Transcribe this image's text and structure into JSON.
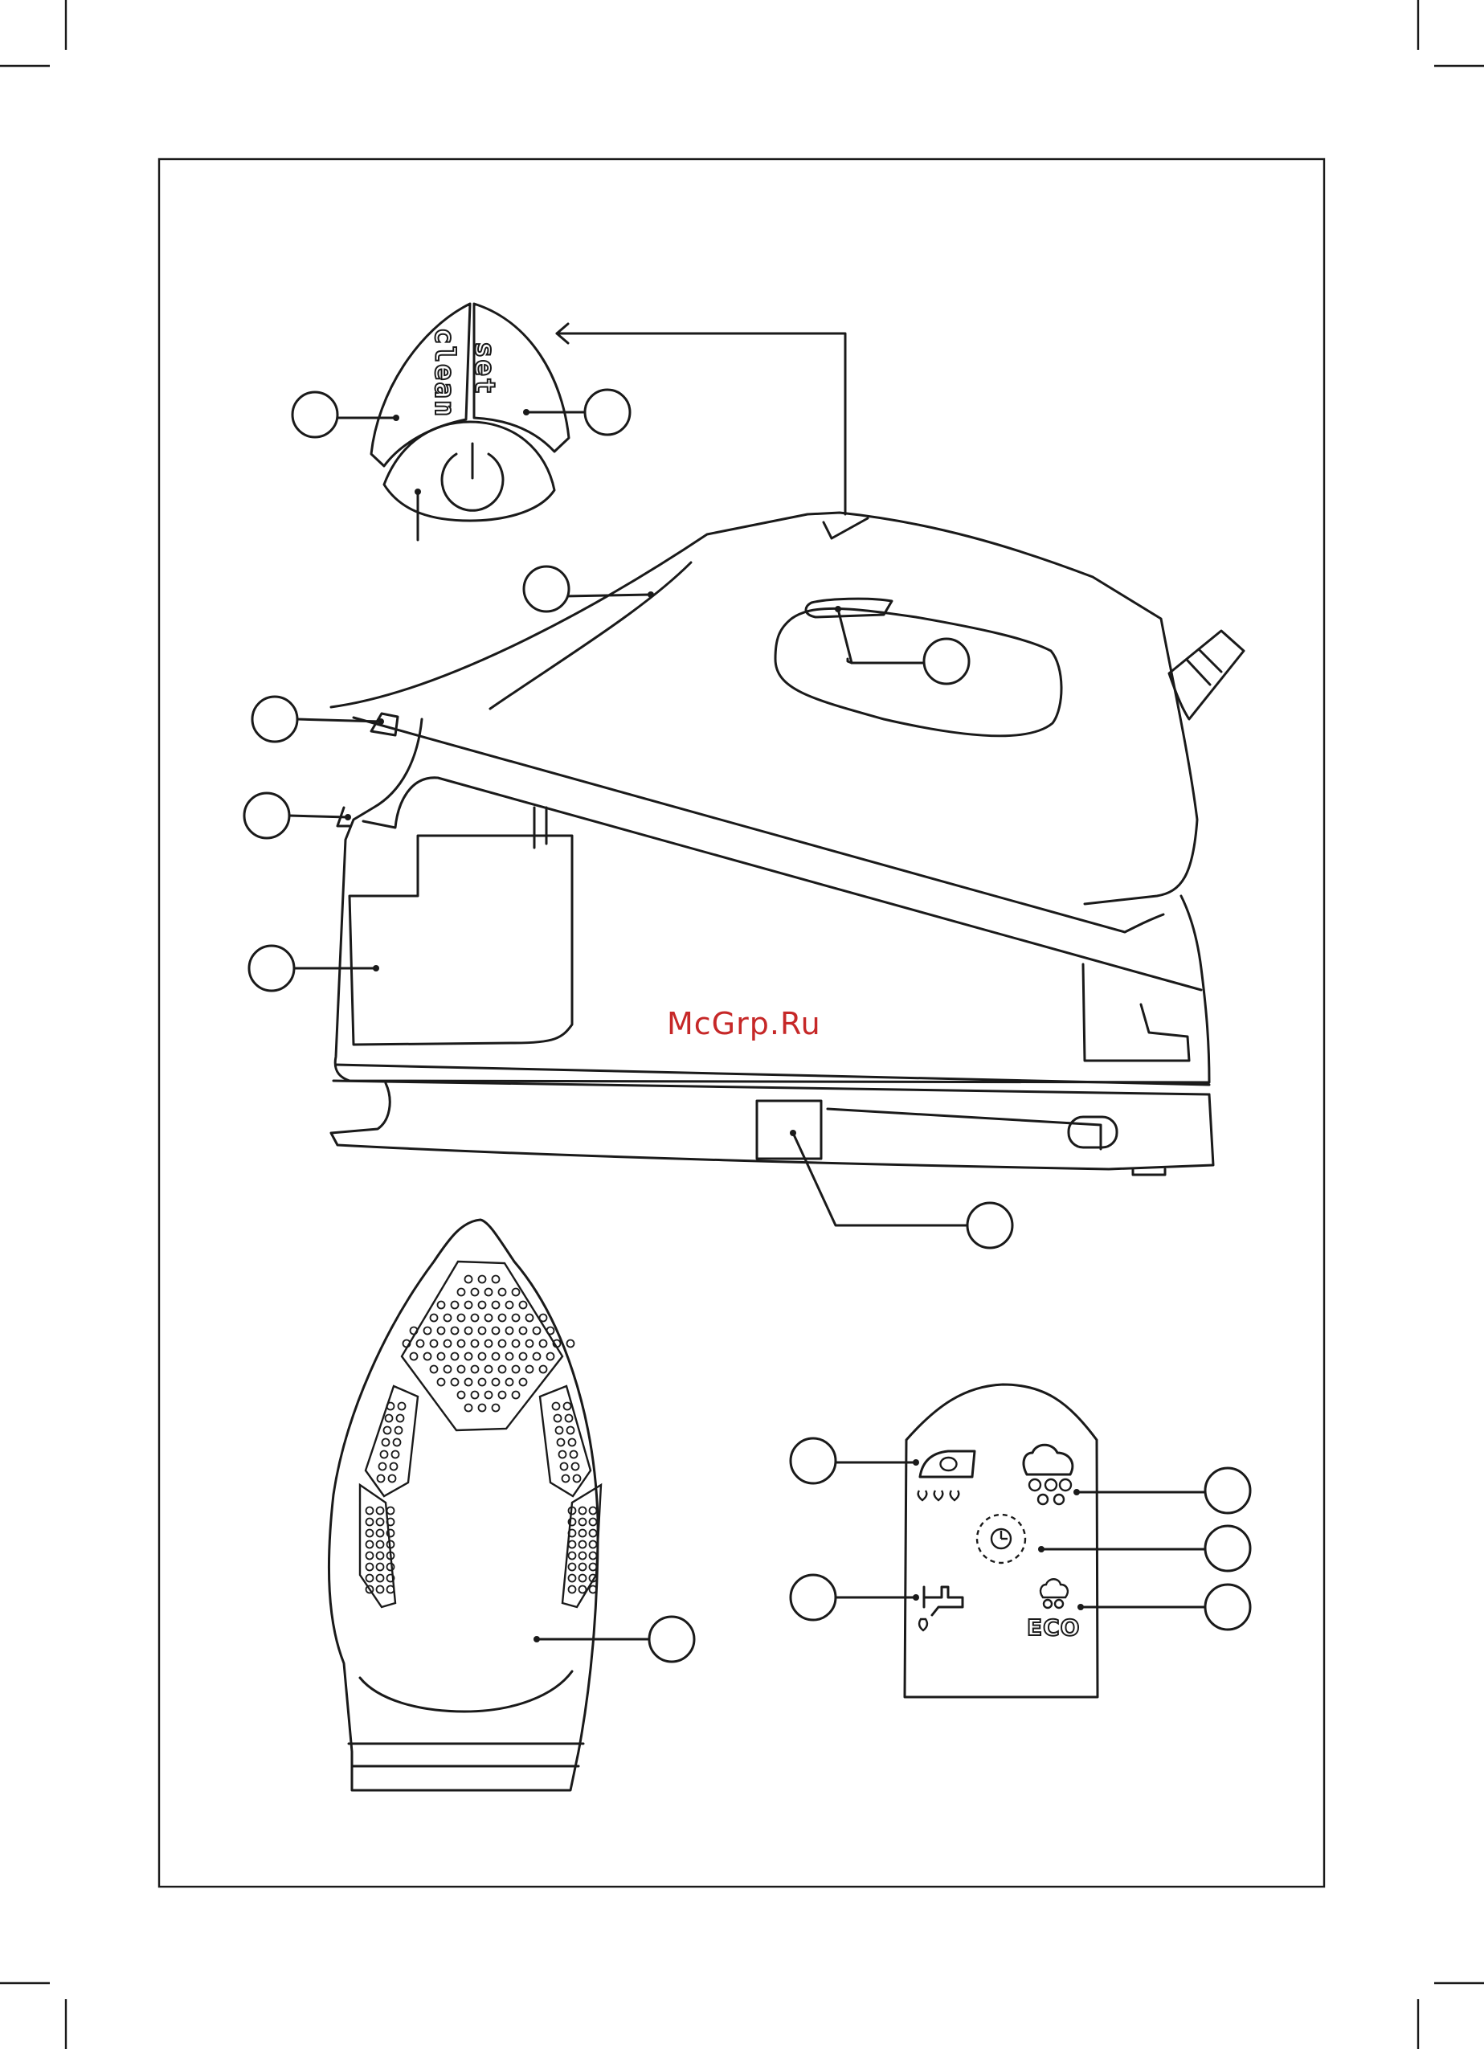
{
  "control_panel": {
    "clean_label": "clean",
    "set_label": "set"
  },
  "indicator_panel": {
    "eco_label": "ECO",
    "icons": [
      "iron-water-drops-icon",
      "strong-steam-icon",
      "timer-icon",
      "tap-water-icon",
      "eco-steam-icon"
    ]
  },
  "watermark": "McGrp.Ru",
  "colors": {
    "line": "#1a1a1a",
    "watermark": "#c62828",
    "background": "#ffffff"
  }
}
